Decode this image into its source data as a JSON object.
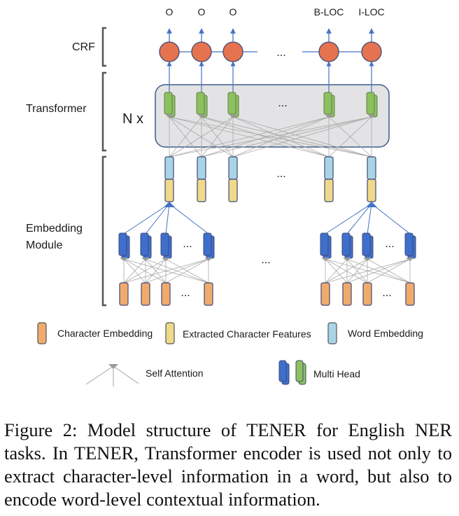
{
  "diagram": {
    "outputs": [
      "O",
      "O",
      "O",
      "B-LOC",
      "I-LOC"
    ],
    "section_labels": {
      "crf": "CRF",
      "transformer": "Transformer",
      "embedding_line1": "Embedding",
      "embedding_line2": "Module"
    },
    "repeat_label": "N x",
    "ellipsis": "...",
    "colors": {
      "crf_node": "#E5734F",
      "node_stroke": "#3F4A73",
      "arrow_blue": "#4472C4",
      "transformer_box": "#E3E3E5",
      "multi_head_green": "#8DC05E",
      "word_embedding": "#A9D4E6",
      "extracted_features": "#EFD98A",
      "character_embedding": "#F0AB6C",
      "multi_head_blue": "#3F6FCC",
      "attention_gray": "#A8A8A8"
    }
  },
  "legend": {
    "character_embedding": "Character Embedding",
    "extracted_features": "Extracted Character Features",
    "word_embedding": "Word Embedding",
    "self_attention": "Self Attention",
    "multi_head": "Multi Head"
  },
  "caption": "Figure 2: Model structure of TENER for English NER tasks.  In TENER, Transformer encoder is used not only to extract character-level information in a word, but also to encode word-level contextual information."
}
